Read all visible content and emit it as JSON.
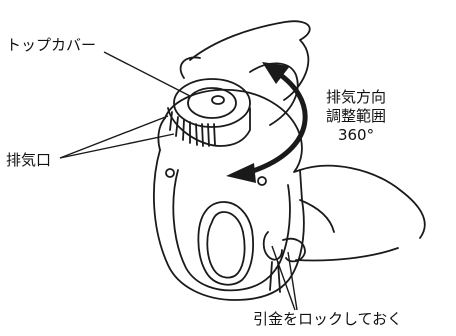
{
  "labels": {
    "top_cover": "トップカバー",
    "exhaust_port": "排気口",
    "exhaust_direction_line1": "排気方向",
    "exhaust_direction_line2": "調整範囲",
    "exhaust_direction_line3": "360°",
    "trigger_lock": "引金をロックしておく"
  }
}
